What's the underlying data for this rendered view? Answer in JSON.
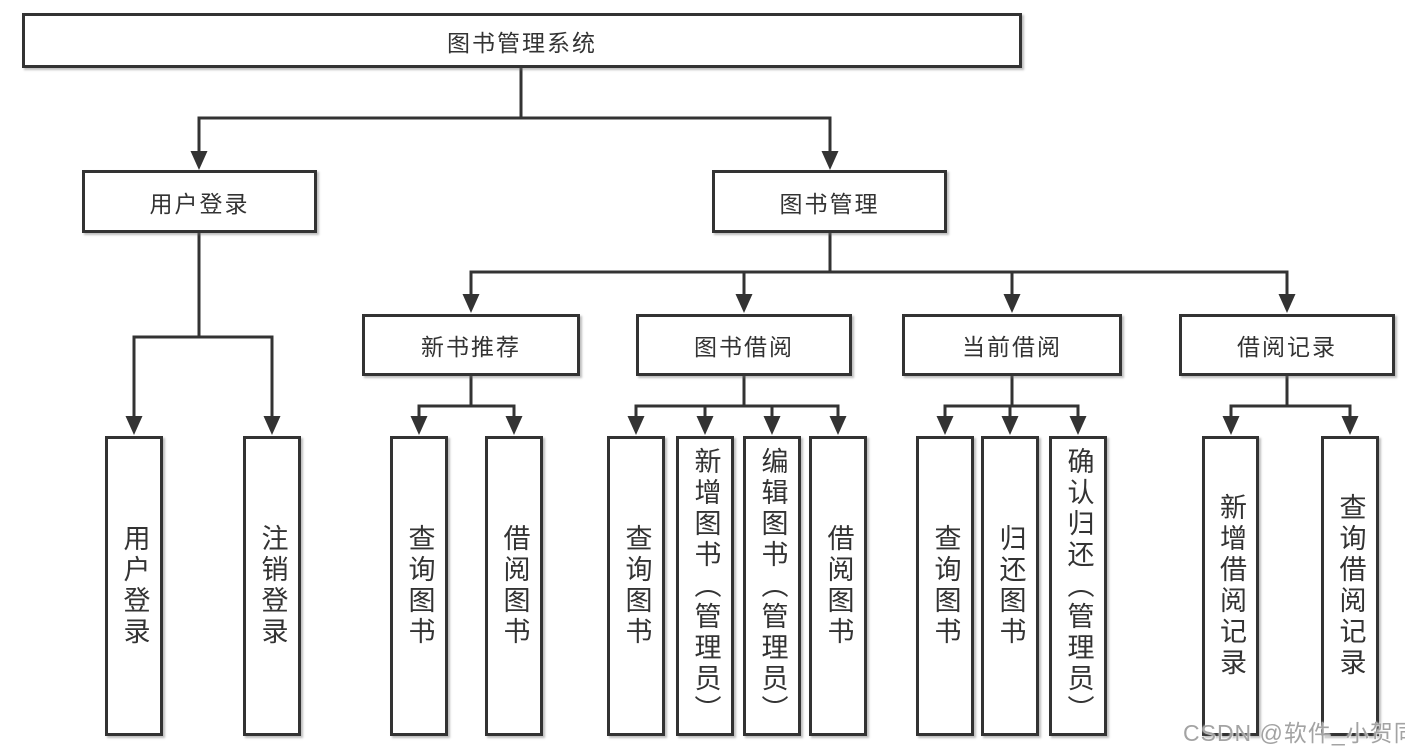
{
  "diagram": {
    "title": "图书管理系统",
    "branches": [
      {
        "label": "用户登录",
        "leaves": [
          "用户登录",
          "注销登录"
        ]
      },
      {
        "label": "图书管理",
        "groups": [
          {
            "label": "新书推荐",
            "leaves": [
              "查询图书",
              "借阅图书"
            ]
          },
          {
            "label": "图书借阅",
            "leaves": [
              "查询图书",
              "新增图书（管理员）",
              "编辑图书（管理员）",
              "借阅图书"
            ]
          },
          {
            "label": "当前借阅",
            "leaves": [
              "查询图书",
              "归还图书",
              "确认归还（管理员）"
            ]
          },
          {
            "label": "借阅记录",
            "leaves": [
              "新增借阅记录",
              "查询借阅记录"
            ]
          }
        ]
      }
    ]
  },
  "watermark": {
    "text": "CSDN @软件_小贺同学"
  },
  "colors": {
    "line": "#333333",
    "text": "#333333",
    "background": "#ffffff",
    "watermark": "#a3a3a3"
  }
}
